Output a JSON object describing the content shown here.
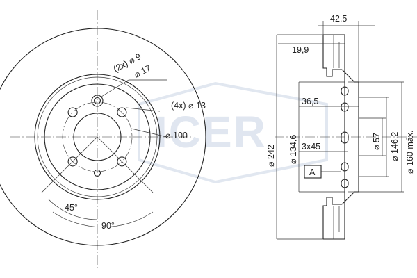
{
  "watermark": {
    "logo_text": "ICER"
  },
  "front_view": {
    "bolt_pattern_label": "(4x) ⌀ 13",
    "hole_label_a": "(2x) ⌀ 9",
    "hole_label_b": "⌀ 17",
    "pcd_label": "⌀ 100",
    "angle_small": "45°",
    "angle_large": "90°"
  },
  "side_view": {
    "total_thickness": "42,5",
    "disc_thickness": "19,9",
    "hat_depth": "36,5",
    "chamfer": "3x45",
    "datum": "A",
    "diameter_outer": "⌀ 242",
    "diameter_friction": "⌀ 134,6",
    "diameter_center": "⌀ 57",
    "diameter_hat": "⌀ 146,2",
    "diameter_max": "⌀ 160 máx."
  },
  "colors": {
    "line": "#222222",
    "watermark": "#c8d3e4"
  }
}
